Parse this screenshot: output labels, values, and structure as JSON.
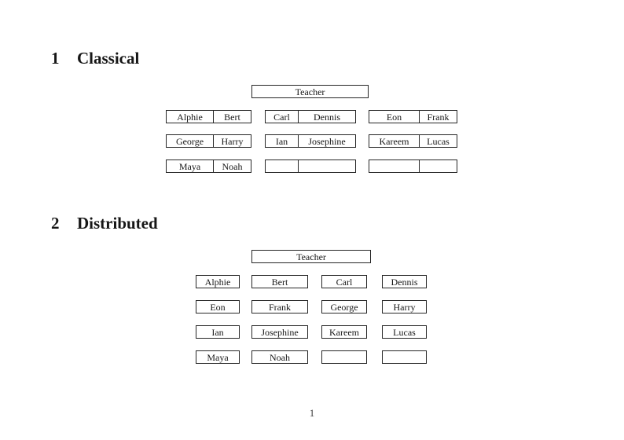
{
  "page_number": "1",
  "colors": {
    "border": "#262626",
    "text": "#161616",
    "background": "#ffffff"
  },
  "sections": {
    "classical": {
      "number": "1",
      "title": "Classical",
      "teacher": "Teacher",
      "rows": [
        [
          [
            "Alphie",
            "Bert"
          ],
          [
            "Carl",
            "Dennis"
          ],
          [
            "Eon",
            "Frank"
          ]
        ],
        [
          [
            "George",
            "Harry"
          ],
          [
            "Ian",
            "Josephine"
          ],
          [
            "Kareem",
            "Lucas"
          ]
        ],
        [
          [
            "Maya",
            "Noah"
          ],
          [
            "",
            ""
          ],
          [
            "",
            ""
          ]
        ]
      ]
    },
    "distributed": {
      "number": "2",
      "title": "Distributed",
      "teacher": "Teacher",
      "rows": [
        [
          "Alphie",
          "Bert",
          "Carl",
          "Dennis"
        ],
        [
          "Eon",
          "Frank",
          "George",
          "Harry"
        ],
        [
          "Ian",
          "Josephine",
          "Kareem",
          "Lucas"
        ],
        [
          "Maya",
          "Noah",
          "",
          ""
        ]
      ]
    }
  }
}
